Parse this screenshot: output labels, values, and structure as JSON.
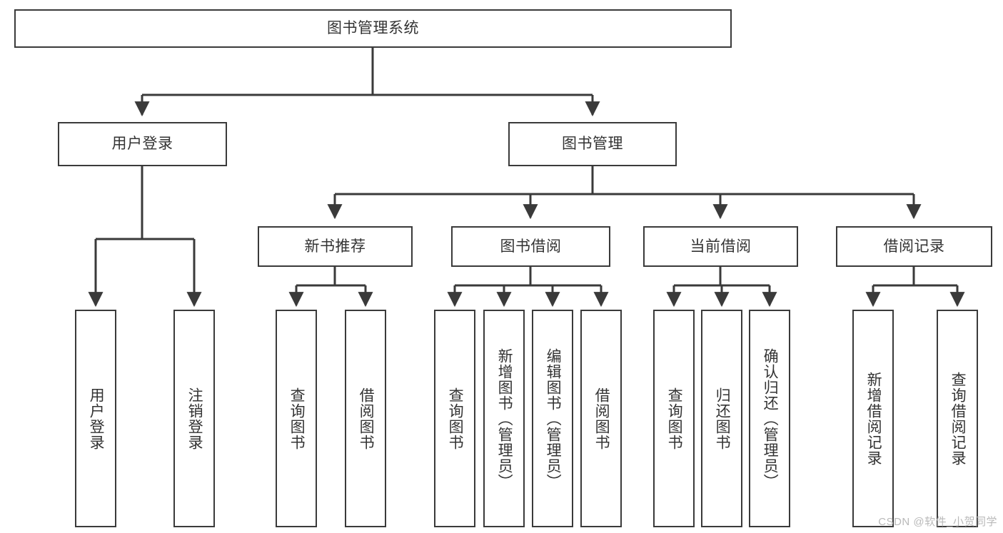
{
  "diagram": {
    "type": "tree",
    "title": "图书管理系统",
    "watermark": "CSDN @软件_小贺同学",
    "colors": {
      "border": "#3a3a3a",
      "background": "#ffffff",
      "text": "#333333",
      "watermark": "#b9b9b9"
    },
    "nodes": {
      "root": {
        "label": "图书管理系统"
      },
      "level2": [
        {
          "label": "用户登录"
        },
        {
          "label": "图书管理"
        }
      ],
      "level3": [
        {
          "label": "新书推荐"
        },
        {
          "label": "图书借阅"
        },
        {
          "label": "当前借阅"
        },
        {
          "label": "借阅记录"
        }
      ],
      "leaves": {
        "user_login": [
          {
            "label": "用户登录"
          },
          {
            "label": "注销登录"
          }
        ],
        "new_book": [
          {
            "label": "查询图书"
          },
          {
            "label": "借阅图书"
          }
        ],
        "book_borrow": [
          {
            "label": "查询图书"
          },
          {
            "label": "新增图书（管理员）"
          },
          {
            "label": "编辑图书（管理员）"
          },
          {
            "label": "借阅图书"
          }
        ],
        "current_borrow": [
          {
            "label": "查询图书"
          },
          {
            "label": "归还图书"
          },
          {
            "label": "确认归还（管理员）"
          }
        ],
        "borrow_record": [
          {
            "label": "新增借阅记录"
          },
          {
            "label": "查询借阅记录"
          }
        ]
      }
    }
  }
}
